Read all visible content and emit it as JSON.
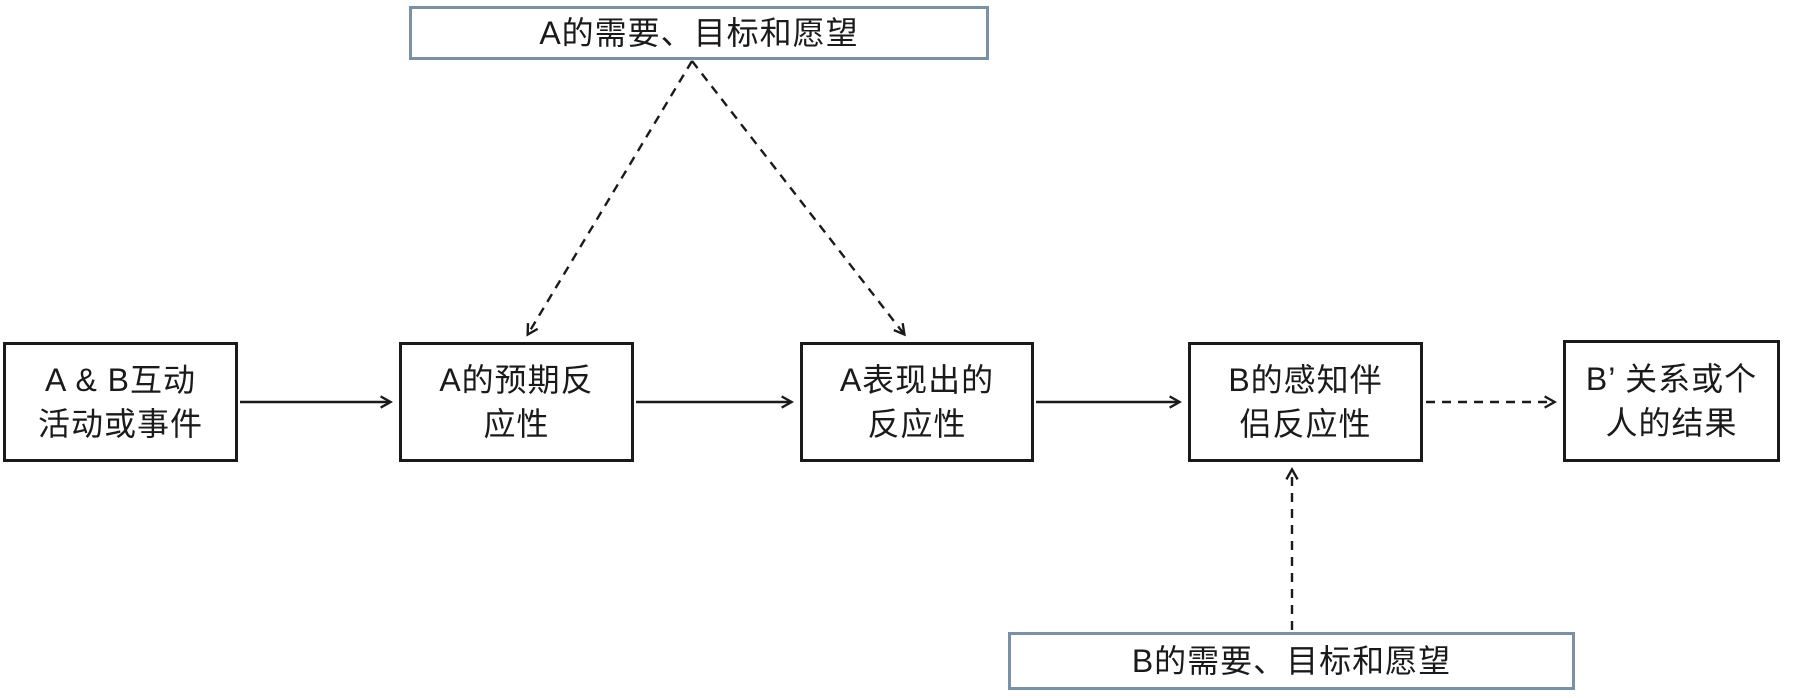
{
  "colors": {
    "background": "#ffffff",
    "text": "#1a1a1a",
    "node_border": "#1a1a1a",
    "accent_border": "#7a91a5",
    "line": "#1a1a1a"
  },
  "nodes": {
    "a_needs": {
      "label": "A的需要、目标和愿望"
    },
    "interaction": {
      "lines": [
        "A & B互动",
        "活动或事件"
      ]
    },
    "expected": {
      "lines": [
        "A的预期反",
        "应性"
      ]
    },
    "enacted": {
      "lines": [
        "A表现出的",
        "反应性"
      ]
    },
    "perceived": {
      "lines": [
        "B的感知伴",
        "侣反应性"
      ]
    },
    "outcomes": {
      "lines": [
        "B’ 关系或个",
        "人的结果"
      ]
    },
    "b_needs": {
      "label": "B的需要、目标和愿望"
    }
  },
  "edges": [
    {
      "from": "interaction",
      "to": "expected",
      "style": "solid"
    },
    {
      "from": "expected",
      "to": "enacted",
      "style": "solid"
    },
    {
      "from": "enacted",
      "to": "perceived",
      "style": "solid"
    },
    {
      "from": "perceived",
      "to": "outcomes",
      "style": "dashed"
    },
    {
      "from": "a_needs",
      "to": "expected",
      "style": "dashed"
    },
    {
      "from": "a_needs",
      "to": "enacted",
      "style": "dashed"
    },
    {
      "from": "b_needs",
      "to": "perceived",
      "style": "dashed"
    }
  ]
}
